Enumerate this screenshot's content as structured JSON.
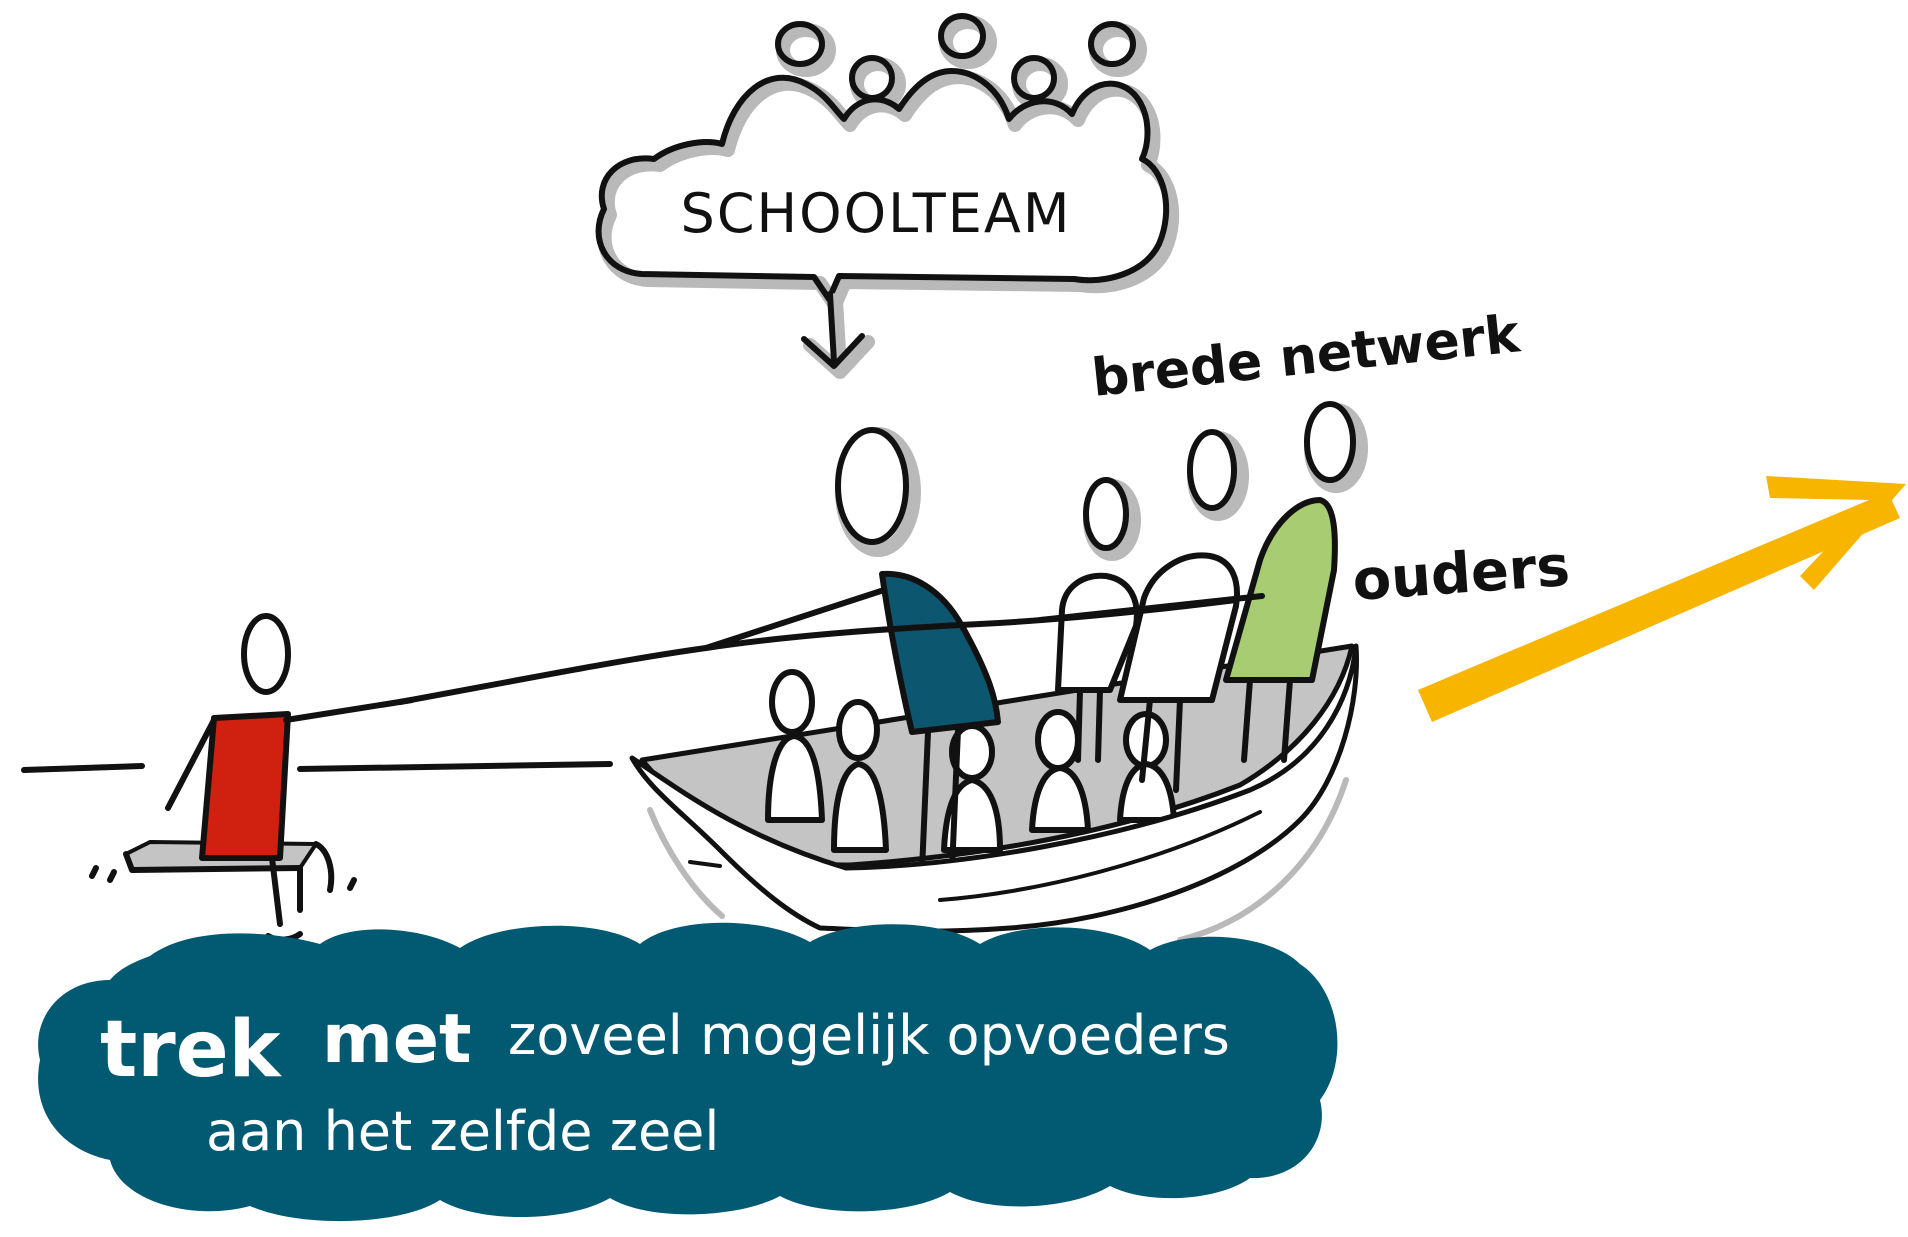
{
  "labels": {
    "schoolteam": "SCHOOLTEAM",
    "brede_netwerk": "brede netwerk",
    "ouders": "ouders"
  },
  "slogan": {
    "line1_a": "trek",
    "line1_b": "met",
    "line1_c": "zoveel mogelijk opvoeders",
    "line2": "aan het zelfde zeel"
  },
  "colors": {
    "ink": "#111111",
    "cloud_teal": "#025a72",
    "teacher_shirt": "#0c5670",
    "child_red": "#d0200f",
    "parent_green": "#a8cc72",
    "arrow_yellow": "#f7b500",
    "shadow_gray": "#b9b9b9",
    "boat_inside": "#c4c4c4"
  }
}
